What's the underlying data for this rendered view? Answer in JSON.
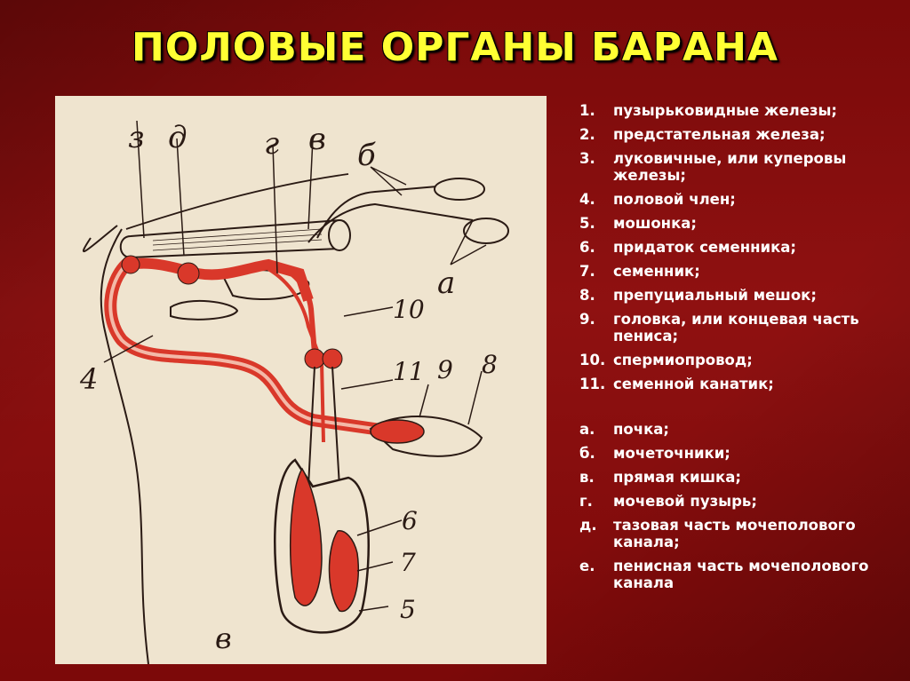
{
  "title": "ПОЛОВЫЕ ОРГАНЫ БАРАНА",
  "legend_numbered": [
    {
      "num": "1.",
      "text": "пузырьковидные железы;"
    },
    {
      "num": "2.",
      "text": "предстательная железа;"
    },
    {
      "num": "3.",
      "text": "луковичные, или куперовы железы;"
    },
    {
      "num": "4.",
      "text": "половой член;"
    },
    {
      "num": "5.",
      "text": "мошонка;"
    },
    {
      "num": "6.",
      "text": "придаток семенника;"
    },
    {
      "num": "7.",
      "text": "семенник;"
    },
    {
      "num": "8.",
      "text": "препуциальный мешок;"
    },
    {
      "num": "9.",
      "text": "головка, или концевая часть пениса;"
    },
    {
      "num": "10.",
      "text": "спермиопровод;"
    },
    {
      "num": "11.",
      "text": "семенной канатик;"
    }
  ],
  "legend_lettered": [
    {
      "num": "а.",
      "text": "почка;"
    },
    {
      "num": "б.",
      "text": "мочеточники;"
    },
    {
      "num": "в.",
      "text": "прямая кишка;"
    },
    {
      "num": "г.",
      "text": "мочевой пузырь;"
    },
    {
      "num": "д.",
      "text": "тазовая часть мочеполового канала;"
    },
    {
      "num": "е.",
      "text": "пенисная часть мочеполового канала"
    }
  ],
  "diagram_labels": {
    "l_z": "з",
    "l_d": "д",
    "l_g": "г",
    "l_v": "в",
    "l_b": "б",
    "l_a": "а",
    "l_10": "10",
    "l_4": "4",
    "l_11": "11",
    "l_9": "9",
    "l_8": "8",
    "l_6": "6",
    "l_7": "7",
    "l_5": "5",
    "l_vb": "в"
  },
  "colors": {
    "background": "#8a0f0f",
    "title": "#ffff33",
    "figure_bg": "#efe4cf",
    "organ_red": "#d9382a",
    "ink": "#2a1a14"
  }
}
